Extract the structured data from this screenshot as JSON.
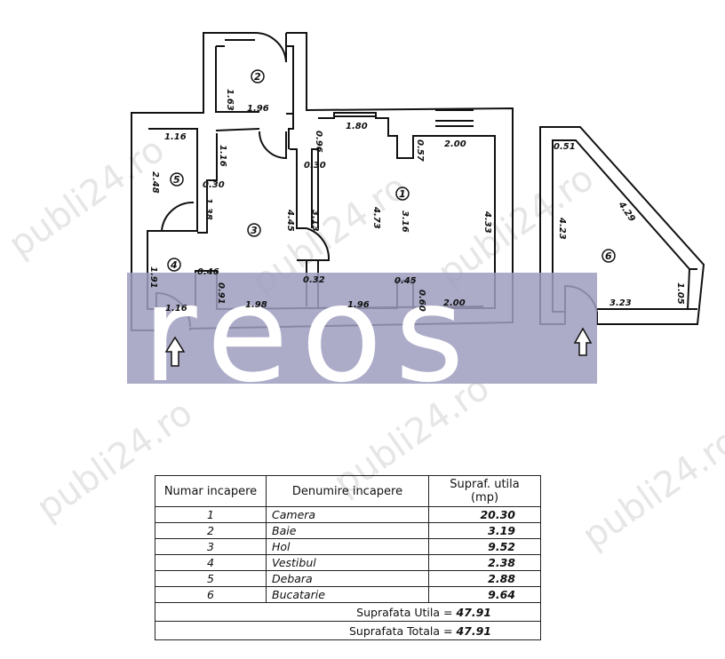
{
  "watermark": {
    "logo_text": "reos",
    "site_text": "publi24.ro",
    "band_color": "#9d9dc0"
  },
  "plan": {
    "rooms": [
      "1",
      "2",
      "3",
      "4",
      "5",
      "6"
    ],
    "dimensions": [
      "1.63",
      "1.96",
      "1.16",
      "1.16",
      "2.48",
      "0.30",
      "1.38",
      "4.45",
      "0.96",
      "0.30",
      "3.13",
      "1.80",
      "0.57",
      "2.00",
      "4.73",
      "3.16",
      "4.33",
      "1.91",
      "0.46",
      "0.91",
      "1.98",
      "0.32",
      "1.96",
      "0.45",
      "0.60",
      "2.00",
      "1.16",
      "0.51",
      "4.29",
      "4.23",
      "1.05",
      "3.23"
    ]
  },
  "table": {
    "headers": [
      "Numar incapere",
      "Denumire incapere",
      "Supraf. utila (mp)"
    ],
    "rows": [
      {
        "nr": "1",
        "name": "Camera",
        "area": "20.30"
      },
      {
        "nr": "2",
        "name": "Baie",
        "area": "3.19"
      },
      {
        "nr": "3",
        "name": "Hol",
        "area": "9.52"
      },
      {
        "nr": "4",
        "name": "Vestibul",
        "area": "2.38"
      },
      {
        "nr": "5",
        "name": "Debara",
        "area": "2.88"
      },
      {
        "nr": "6",
        "name": "Bucatarie",
        "area": "9.64"
      }
    ],
    "total_utila_label": "Suprafata Utila =",
    "total_utila": "47.91",
    "total_totala_label": "Suprafata Totala =",
    "total_totala": "47.91"
  }
}
